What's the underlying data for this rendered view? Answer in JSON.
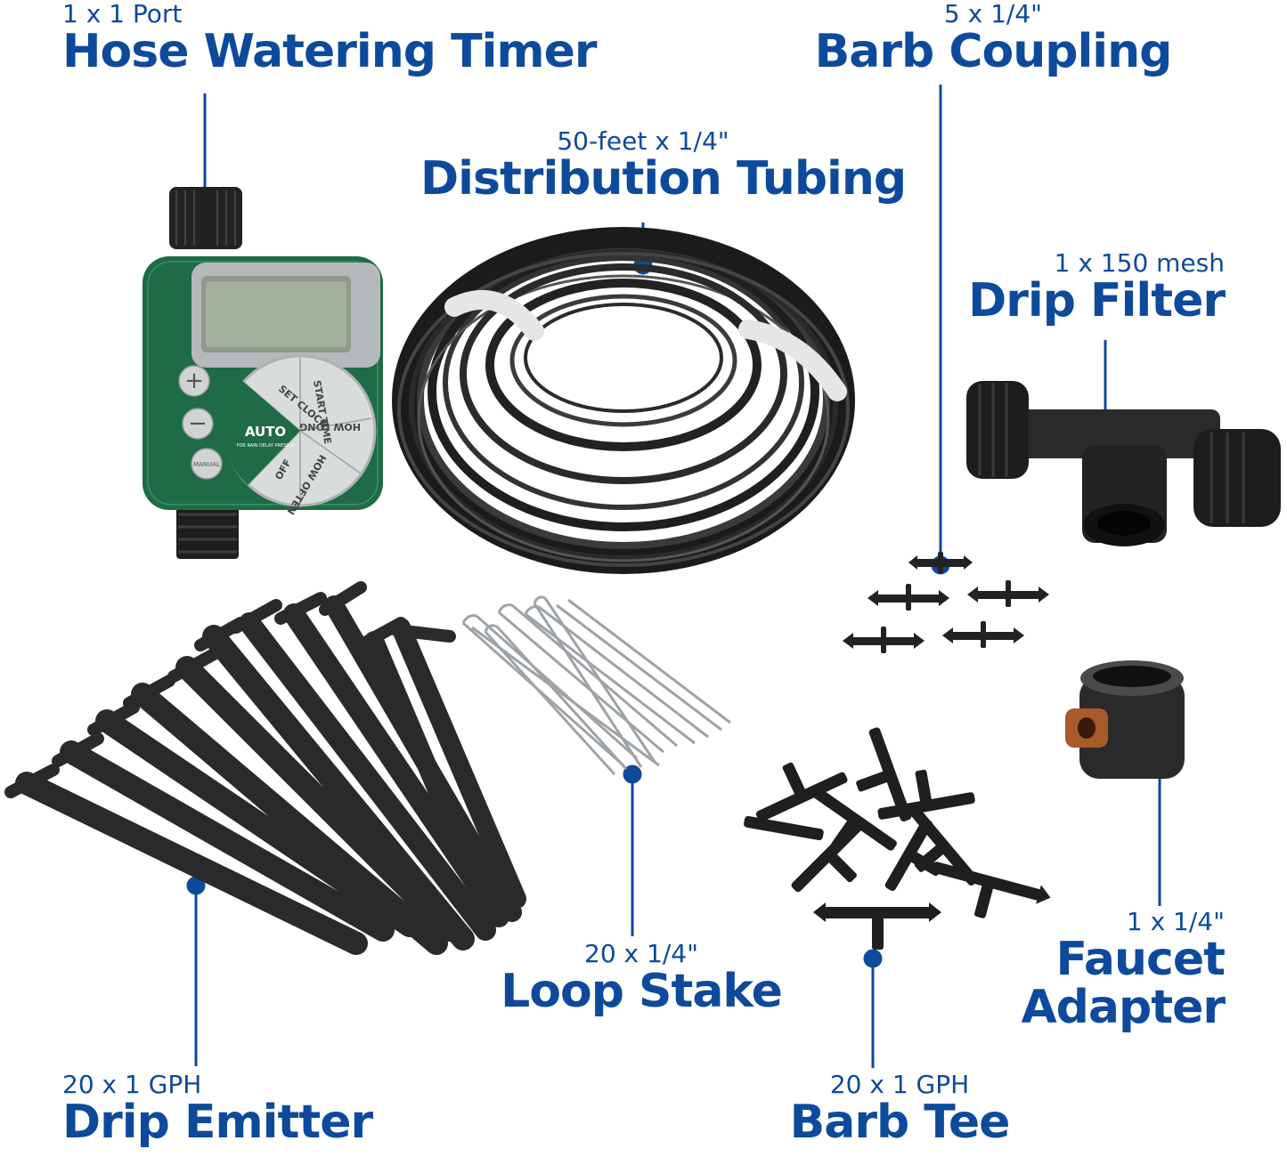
{
  "items": {
    "timer": {
      "qty": "1 x 1 Port",
      "name": "Hose Watering Timer"
    },
    "tubing": {
      "qty": "50-feet x 1/4\"",
      "name": "Distribution Tubing"
    },
    "coupling": {
      "qty": "5 x 1/4\"",
      "name": "Barb Coupling"
    },
    "filter": {
      "qty": "1 x 150 mesh",
      "name": "Drip Filter"
    },
    "stake": {
      "qty": "20 x 1/4\"",
      "name": "Loop Stake"
    },
    "adapter": {
      "qty": "1 x 1/4\"",
      "name_line1": "Faucet",
      "name_line2": "Adapter"
    },
    "emitter": {
      "qty": "20 x 1 GPH",
      "name": "Drip Emitter"
    },
    "tee": {
      "qty": "20 x 1 GPH",
      "name": "Barb Tee"
    }
  },
  "timer_dial": {
    "center": "AUTO",
    "center_sub": "FOR RAIN DELAY PRESS +",
    "set_clock": "SET CLOCK",
    "start_time": "START TIME",
    "how_long": "HOW LONG",
    "how_often": "HOW OFTEN",
    "off": "OFF",
    "manual": "MANUAL",
    "plus": "+",
    "minus": "−"
  },
  "colors": {
    "accent": "#0d4a9b",
    "timer_green": "#1e6b45",
    "product_black": "#2b2b2b"
  }
}
